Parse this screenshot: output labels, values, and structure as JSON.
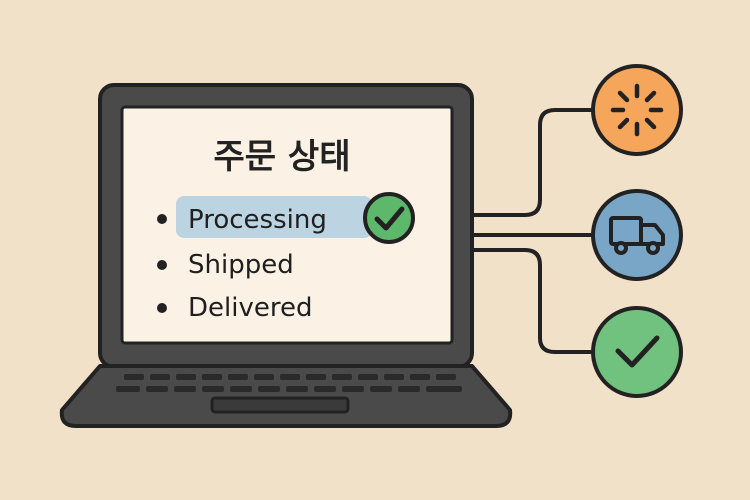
{
  "screen": {
    "title": "주문 상태",
    "items": [
      {
        "label": "Processing",
        "highlighted": true,
        "status_icon": "check-circle-icon"
      },
      {
        "label": "Shipped",
        "highlighted": false
      },
      {
        "label": "Delivered",
        "highlighted": false
      }
    ]
  },
  "status_nodes": [
    {
      "icon": "spinner-icon",
      "color": "#f5a65b"
    },
    {
      "icon": "truck-icon",
      "color": "#79a6c7"
    },
    {
      "icon": "checkmark-icon",
      "color": "#71c17f"
    }
  ],
  "colors": {
    "background": "#f2e1c9",
    "laptop_body": "#4a4a4a",
    "screen": "#fbf2e5",
    "highlight": "#bcd4e1",
    "check_green": "#5eb86c",
    "outline": "#222222"
  }
}
